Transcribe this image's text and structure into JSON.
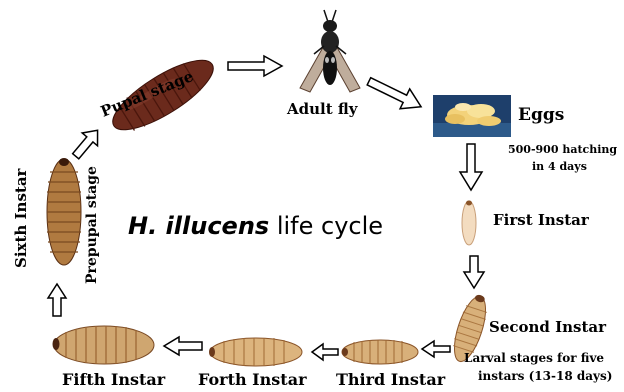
{
  "title": {
    "species": "H. illucens",
    "suffix": " life cycle"
  },
  "stages": {
    "adult": "Adult fly",
    "eggs": "Eggs",
    "eggs_note_line1": "500-900 hatching",
    "eggs_note_line2": "in 4 days",
    "first": "First Instar",
    "second": "Second Instar",
    "larval_note_line1": "Larval stages for five",
    "larval_note_line2": "instars (13-18 days)",
    "third": "Third Instar",
    "forth": "Forth Instar",
    "fifth": "Fifth Instar",
    "sixth": "Sixth Instar",
    "prepupal": "Prepupal stage",
    "pupal": "Pupal stage"
  },
  "colors": {
    "pupa": "#6b2a1c",
    "larva_tan": "#d8b07a",
    "larva_dark": "#8a5428",
    "first_instar": "#f3dcc0",
    "eggs_bg": "#1e3f6b",
    "eggs": "#f3d27a"
  }
}
